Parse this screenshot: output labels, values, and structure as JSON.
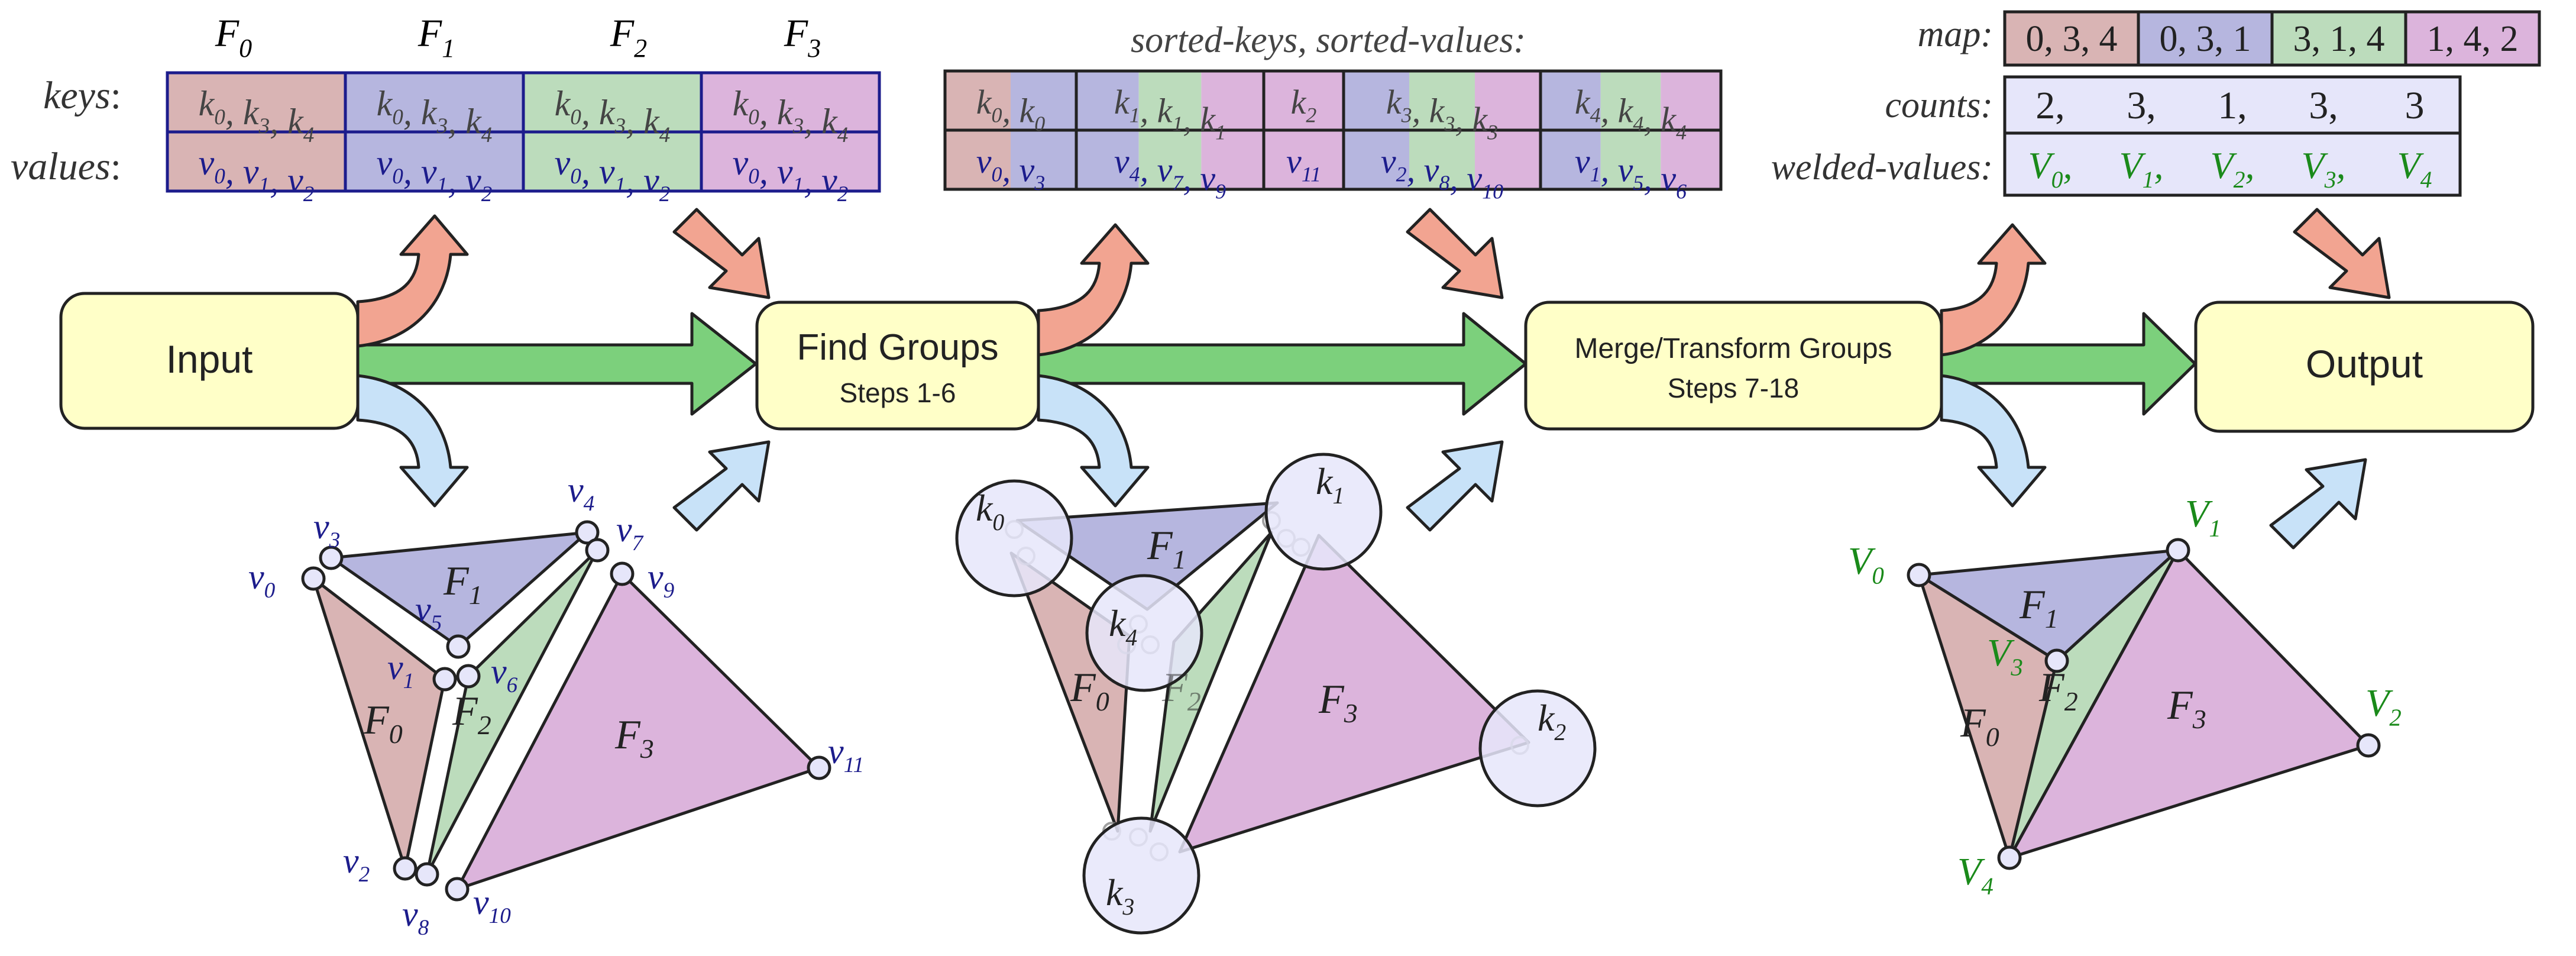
{
  "colors": {
    "f0": "#d9b4b4",
    "f1": "#b6b6df",
    "f2": "#bcdcbc",
    "f3": "#dcb4dc",
    "box_fill": "#ffffc8",
    "box_border": "#222222",
    "green_arrow": "#7cd07c",
    "salmon_arrow": "#f2a491",
    "blue_arrow": "#c8e2f8",
    "v_label": "#1c1c8c",
    "V_label": "#1a8a1a",
    "node_fill": "#e6e6fa"
  },
  "boxes": {
    "input": "Input",
    "find_title": "Find Groups",
    "find_sub": "Steps 1-6",
    "merge_title": "Merge/Transform Groups",
    "merge_sub": "Steps 7-18",
    "output": "Output"
  },
  "input_table": {
    "face_headers": [
      "F",
      "F",
      "F",
      "F"
    ],
    "face_subs": [
      "0",
      "1",
      "2",
      "3"
    ],
    "keys_label": "keys",
    "values_label": "values",
    "colon": ":",
    "key_cells": [
      [
        "k0",
        "k3",
        "k4"
      ],
      [
        "k0",
        "k3",
        "k4"
      ],
      [
        "k0",
        "k3",
        "k4"
      ],
      [
        "k0",
        "k3",
        "k4"
      ]
    ],
    "value_cells": [
      [
        "v0",
        "v1",
        "v2"
      ],
      [
        "v0",
        "v1",
        "v2"
      ],
      [
        "v0",
        "v1",
        "v2"
      ],
      [
        "v0",
        "v1",
        "v2"
      ]
    ]
  },
  "sorted_table": {
    "caption": "sorted-keys, sorted-values:",
    "key_groups": [
      [
        "k0",
        "k0"
      ],
      [
        "k1",
        "k1",
        "k1"
      ],
      [
        "k2"
      ],
      [
        "k3",
        "k3",
        "k3"
      ],
      [
        "k4",
        "k4",
        "k4"
      ]
    ],
    "value_groups": [
      [
        "v0",
        "v3"
      ],
      [
        "v4",
        "v7",
        "v9"
      ],
      [
        "v11"
      ],
      [
        "v2",
        "v8",
        "v10"
      ],
      [
        "v1",
        "v5",
        "v6"
      ]
    ]
  },
  "output_table": {
    "map_label": "map:",
    "counts_label": "counts:",
    "welded_label": "welded-values:",
    "map_cells": [
      "0, 3, 4",
      "0, 3, 1",
      "3, 1, 4",
      "1, 4, 2"
    ],
    "counts": [
      "2,",
      "3,",
      "1,",
      "3,",
      "3"
    ],
    "welded_values": [
      "V0,",
      "V1,",
      "V2,",
      "V3,",
      "V4"
    ]
  },
  "mesh_input": {
    "faces": [
      "F1",
      "F2",
      "F0",
      "F3"
    ],
    "vertices": [
      "v0",
      "v1",
      "v2",
      "v3",
      "v4",
      "v5",
      "v6",
      "v7",
      "v8",
      "v9",
      "v10",
      "v11"
    ]
  },
  "mesh_groups": {
    "faces": [
      "F1",
      "F0",
      "F2",
      "F3"
    ],
    "keys": [
      "k0",
      "k1",
      "k2",
      "k3",
      "k4"
    ]
  },
  "mesh_output": {
    "faces": [
      "F1",
      "F0",
      "F2",
      "F3"
    ],
    "vertices": [
      "V0",
      "V1",
      "V2",
      "V3",
      "V4"
    ]
  }
}
